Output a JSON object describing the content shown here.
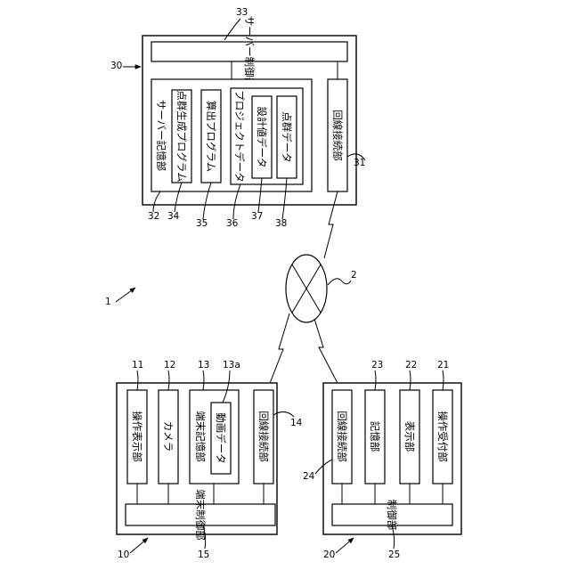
{
  "system_ref": "1",
  "network": {
    "ref": "2"
  },
  "server": {
    "ref": "30",
    "control": {
      "label": "サーバー制御部",
      "ref": "33"
    },
    "storage": {
      "label": "サーバー記憶部",
      "ref": "32"
    },
    "point_cloud_program": {
      "label": "点群生成プログラム",
      "ref": "34"
    },
    "calc_program": {
      "label": "算出プログラム",
      "ref": "35"
    },
    "project_data": {
      "label": "プロジェクトデータ",
      "ref": "36"
    },
    "design_value_data": {
      "label": "設計値データ",
      "ref": "37"
    },
    "point_cloud_data": {
      "label": "点群データ",
      "ref": "38"
    },
    "line_connection": {
      "label": "回線接続部",
      "ref": "31"
    }
  },
  "terminal": {
    "ref": "10",
    "operation_display": {
      "label": "操作表示部",
      "ref": "11"
    },
    "camera": {
      "label": "カメラ",
      "ref": "12"
    },
    "storage": {
      "label": "端末記憶部",
      "ref": "13"
    },
    "video_data": {
      "label": "動画データ",
      "ref": "13a"
    },
    "line_connection": {
      "label": "回線接続部",
      "ref": "14"
    },
    "control": {
      "label": "端末制御部",
      "ref": "15"
    }
  },
  "device20": {
    "ref": "20",
    "line_connection": {
      "label": "回線接続部",
      "ref": "24"
    },
    "storage": {
      "label": "記憶部",
      "ref": "23"
    },
    "display": {
      "label": "表示部",
      "ref": "22"
    },
    "operation_input": {
      "label": "操作受付部",
      "ref": "21"
    },
    "control": {
      "label": "制御部",
      "ref": "25"
    }
  }
}
